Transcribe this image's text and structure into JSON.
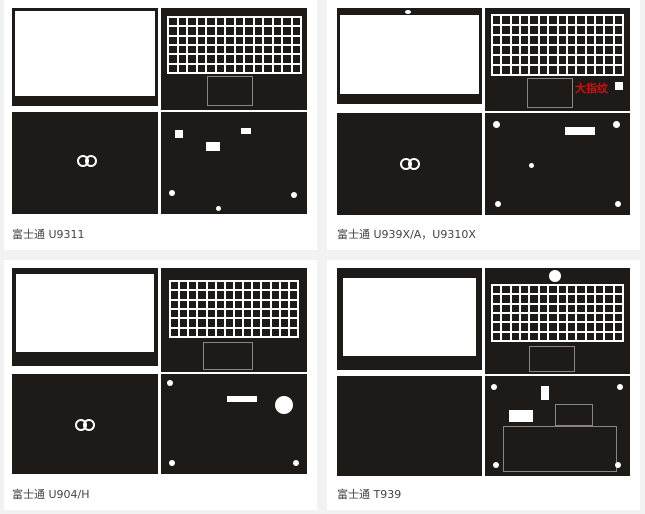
{
  "products": [
    {
      "caption": "富士通 U9311"
    },
    {
      "caption": "富士通 U939X/A，U9310X",
      "label": "大指纹"
    },
    {
      "caption": "富士通 U904/H"
    },
    {
      "caption": "富士通 T939"
    }
  ],
  "colors": {
    "skin": "#1e1a18",
    "background": "#f2f2f2",
    "card": "#ffffff",
    "label": "#d01010"
  },
  "icons": [
    "fujitsu-logo-icon"
  ]
}
